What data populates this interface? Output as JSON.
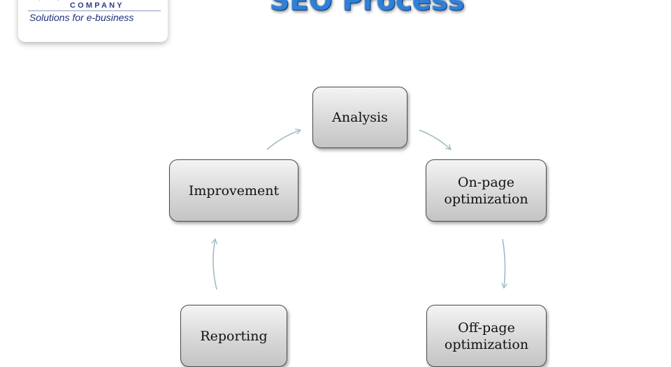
{
  "logo": {
    "company": "COMPANY",
    "tagline": "Solutions for e-business"
  },
  "title": "SEO Process",
  "steps": [
    {
      "lines": [
        "Analysis"
      ]
    },
    {
      "lines": [
        "On-page",
        "optimization"
      ]
    },
    {
      "lines": [
        "Off-page",
        "optimization"
      ]
    },
    {
      "lines": [
        "Reporting"
      ]
    },
    {
      "lines": [
        "Improvement"
      ]
    }
  ],
  "colors": {
    "title": "#2f80d6",
    "arrow": "#9fbcc4",
    "logo": "#1f2f7a"
  }
}
